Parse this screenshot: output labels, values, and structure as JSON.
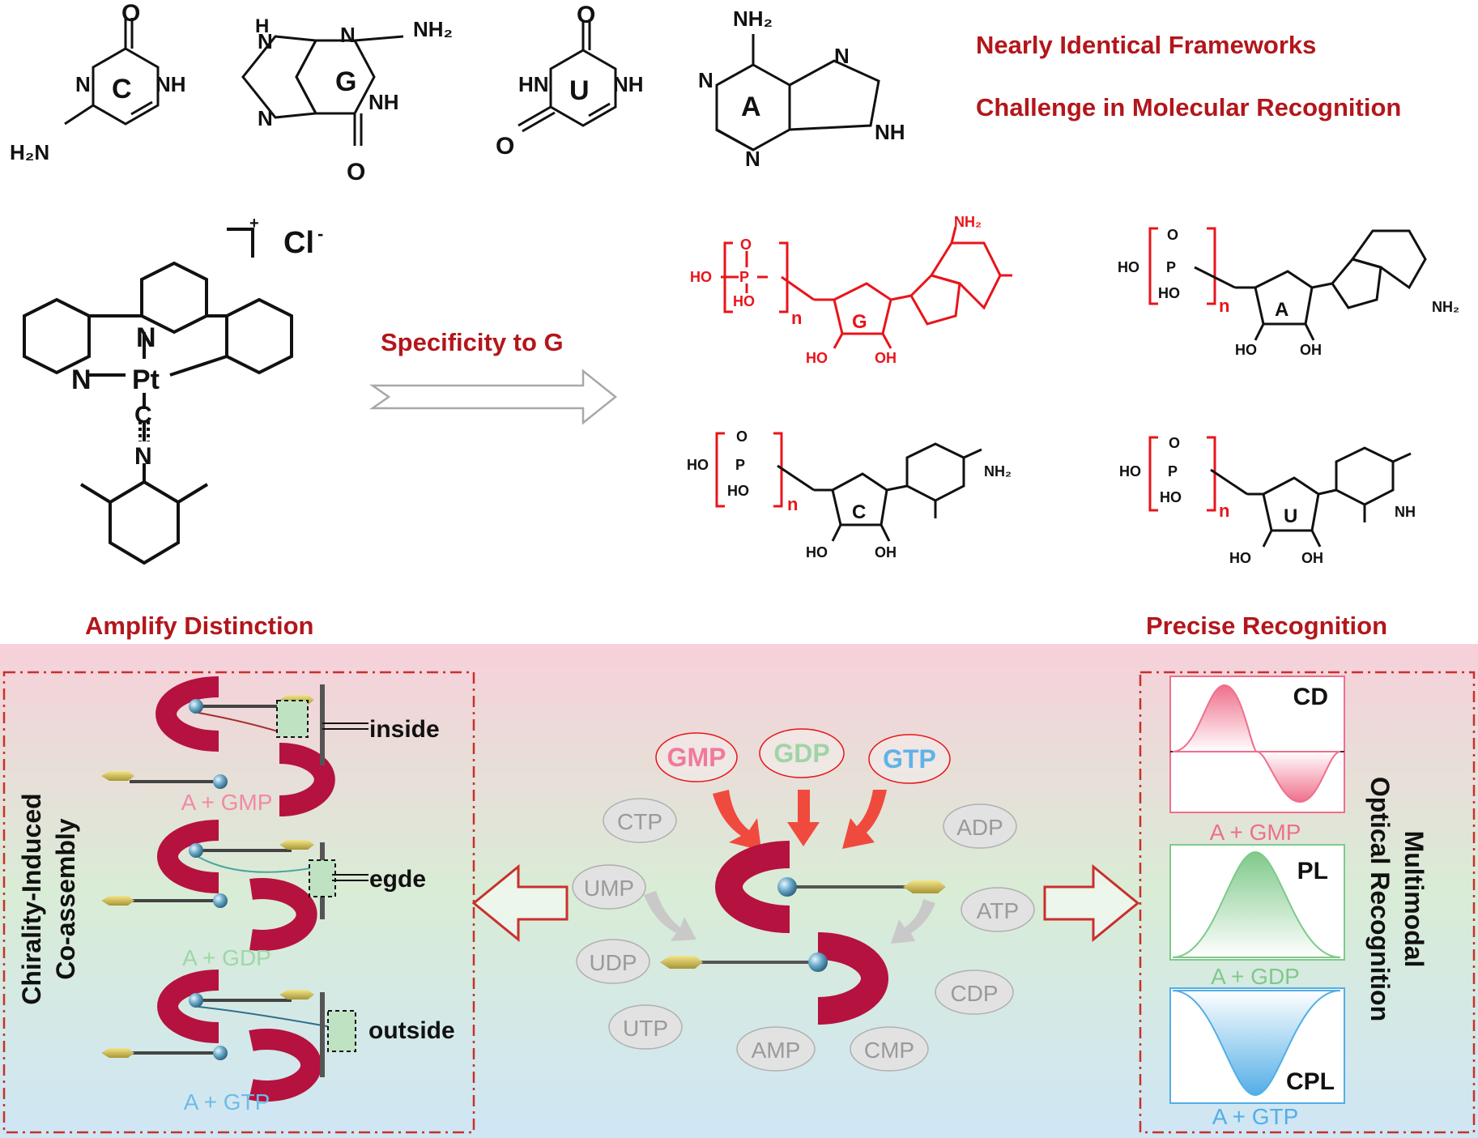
{
  "headings": {
    "frameworks": "Nearly Identical Frameworks",
    "challenge": "Challenge in Molecular Recognition",
    "specificity": "Specificity to G",
    "amplify": "Amplify Distinction",
    "precise": "Precise Recognition"
  },
  "bases": {
    "C": {
      "letter": "C",
      "nh": "NH",
      "n": "N",
      "o": "O",
      "nh2": "H₂N"
    },
    "G": {
      "letter": "G",
      "h": "H",
      "n1": "N",
      "n2": "N",
      "n3": "N",
      "nh2": "NH₂",
      "nh": "NH",
      "o": "O"
    },
    "U": {
      "letter": "U",
      "hn": "HN",
      "nh": "NH",
      "o1": "O",
      "o2": "O"
    },
    "A": {
      "letter": "A",
      "nh2": "NH₂",
      "n1": "N",
      "n2": "N",
      "n3": "N",
      "nh": "NH"
    }
  },
  "complex": {
    "charge": "+",
    "counterion": "Cl",
    "counterion_sup": "-",
    "pt": "Pt",
    "n_left": "N",
    "n_top": "N",
    "c": "C",
    "n_iso": "N"
  },
  "nucleotides": {
    "G": {
      "letter": "G",
      "ho": "HO",
      "p": "P",
      "o": "O",
      "ho2": "HO",
      "n": "n",
      "oh1": "HO",
      "oh2": "OH",
      "nh2": "NH₂",
      "color": "#e8141b"
    },
    "A": {
      "letter": "A",
      "ho": "HO",
      "p": "P",
      "o": "O",
      "ho2": "HO",
      "n": "n",
      "oh1": "HO",
      "oh2": "OH",
      "nh2": "NH₂"
    },
    "C": {
      "letter": "C",
      "ho": "HO",
      "p": "P",
      "o": "O",
      "ho2": "HO",
      "n": "n",
      "oh1": "HO",
      "oh2": "OH",
      "nh2": "NH₂"
    },
    "U": {
      "letter": "U",
      "ho": "HO",
      "p": "P",
      "o": "O",
      "ho2": "HO",
      "n": "n",
      "oh1": "HO",
      "oh2": "OH",
      "nh": "NH"
    }
  },
  "left_panel": {
    "title_line1": "Chirality-Induced",
    "title_line2": "Co-assembly",
    "rows": [
      {
        "tag": "inside",
        "label": "A + GMP",
        "color": "#f08aa6"
      },
      {
        "tag": "egde",
        "label": "A + GDP",
        "color": "#9fd6a8"
      },
      {
        "tag": "outside",
        "label": "A + GTP",
        "color": "#6fbbe8"
      }
    ]
  },
  "center_panel": {
    "targets": [
      {
        "label": "GMP",
        "color": "#f07a9a"
      },
      {
        "label": "GDP",
        "color": "#9fd4a6"
      },
      {
        "label": "GTP",
        "color": "#5fb3e8"
      }
    ],
    "others": [
      "CTP",
      "UMP",
      "UDP",
      "UTP",
      "AMP",
      "CMP",
      "CDP",
      "ATP",
      "ADP"
    ]
  },
  "right_panel": {
    "title_line1": "Multimodal",
    "title_line2": "Optical Recognition",
    "plots": [
      {
        "tag": "CD",
        "label": "A + GMP",
        "color": "#ef6f8c"
      },
      {
        "tag": "PL",
        "label": "A + GDP",
        "color": "#7fc98a"
      },
      {
        "tag": "CPL",
        "label": "A + GTP",
        "color": "#53aee6"
      }
    ]
  },
  "colors": {
    "accent_red": "#b3161b",
    "crimson": "#b5123f",
    "dash": "#c9302c"
  }
}
